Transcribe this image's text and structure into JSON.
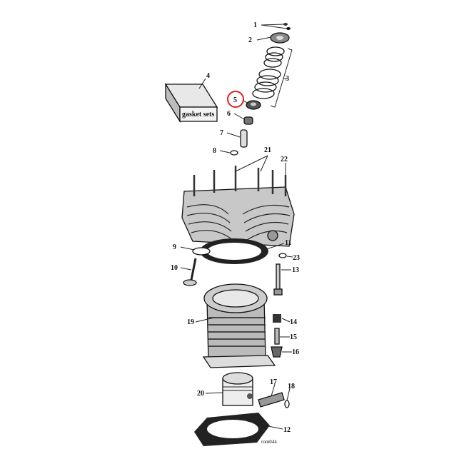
{
  "diagram": {
    "labels": [
      "1",
      "2",
      "3",
      "4",
      "5",
      "6",
      "7",
      "8",
      "9",
      "10",
      "11",
      "12",
      "13",
      "14",
      "15",
      "16",
      "17",
      "18",
      "19",
      "20",
      "21",
      "22",
      "23"
    ],
    "gasket_box_text": "gasket sets",
    "code": "rom044",
    "highlighted_label": "5",
    "highlight_color": "#e02020"
  }
}
